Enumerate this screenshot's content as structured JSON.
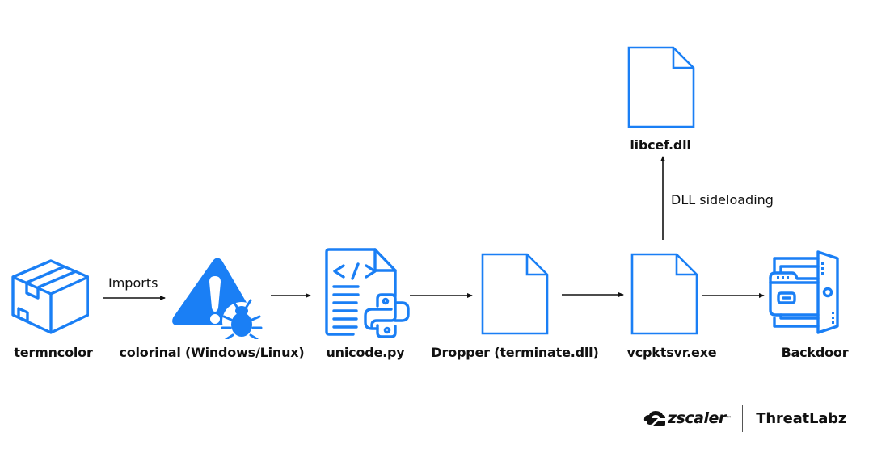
{
  "diagram": {
    "accent_color": "#1A7FF5",
    "nodes": [
      {
        "id": "termncolor",
        "label": "termncolor",
        "icon": "package-box-icon"
      },
      {
        "id": "colorinal",
        "label": "colorinal (Windows/Linux)",
        "icon": "warning-bug-icon"
      },
      {
        "id": "unicode",
        "label": "unicode.py",
        "icon": "python-code-file-icon"
      },
      {
        "id": "dropper",
        "label": "Dropper (terminate.dll)",
        "icon": "file-icon"
      },
      {
        "id": "vcpktsvr",
        "label": "vcpktsvr.exe",
        "icon": "file-icon"
      },
      {
        "id": "backdoor",
        "label": "Backdoor",
        "icon": "backdoor-icon"
      },
      {
        "id": "libcef",
        "label": "libcef.dll",
        "icon": "file-icon"
      }
    ],
    "edges": [
      {
        "from": "termncolor",
        "to": "colorinal",
        "label": "Imports"
      },
      {
        "from": "colorinal",
        "to": "unicode",
        "label": ""
      },
      {
        "from": "unicode",
        "to": "dropper",
        "label": ""
      },
      {
        "from": "dropper",
        "to": "vcpktsvr",
        "label": ""
      },
      {
        "from": "vcpktsvr",
        "to": "backdoor",
        "label": ""
      },
      {
        "from": "vcpktsvr",
        "to": "libcef",
        "label": "DLL sideloading"
      }
    ]
  },
  "branding": {
    "company": "zscaler",
    "trademark": "™",
    "product": "ThreatLabz"
  }
}
